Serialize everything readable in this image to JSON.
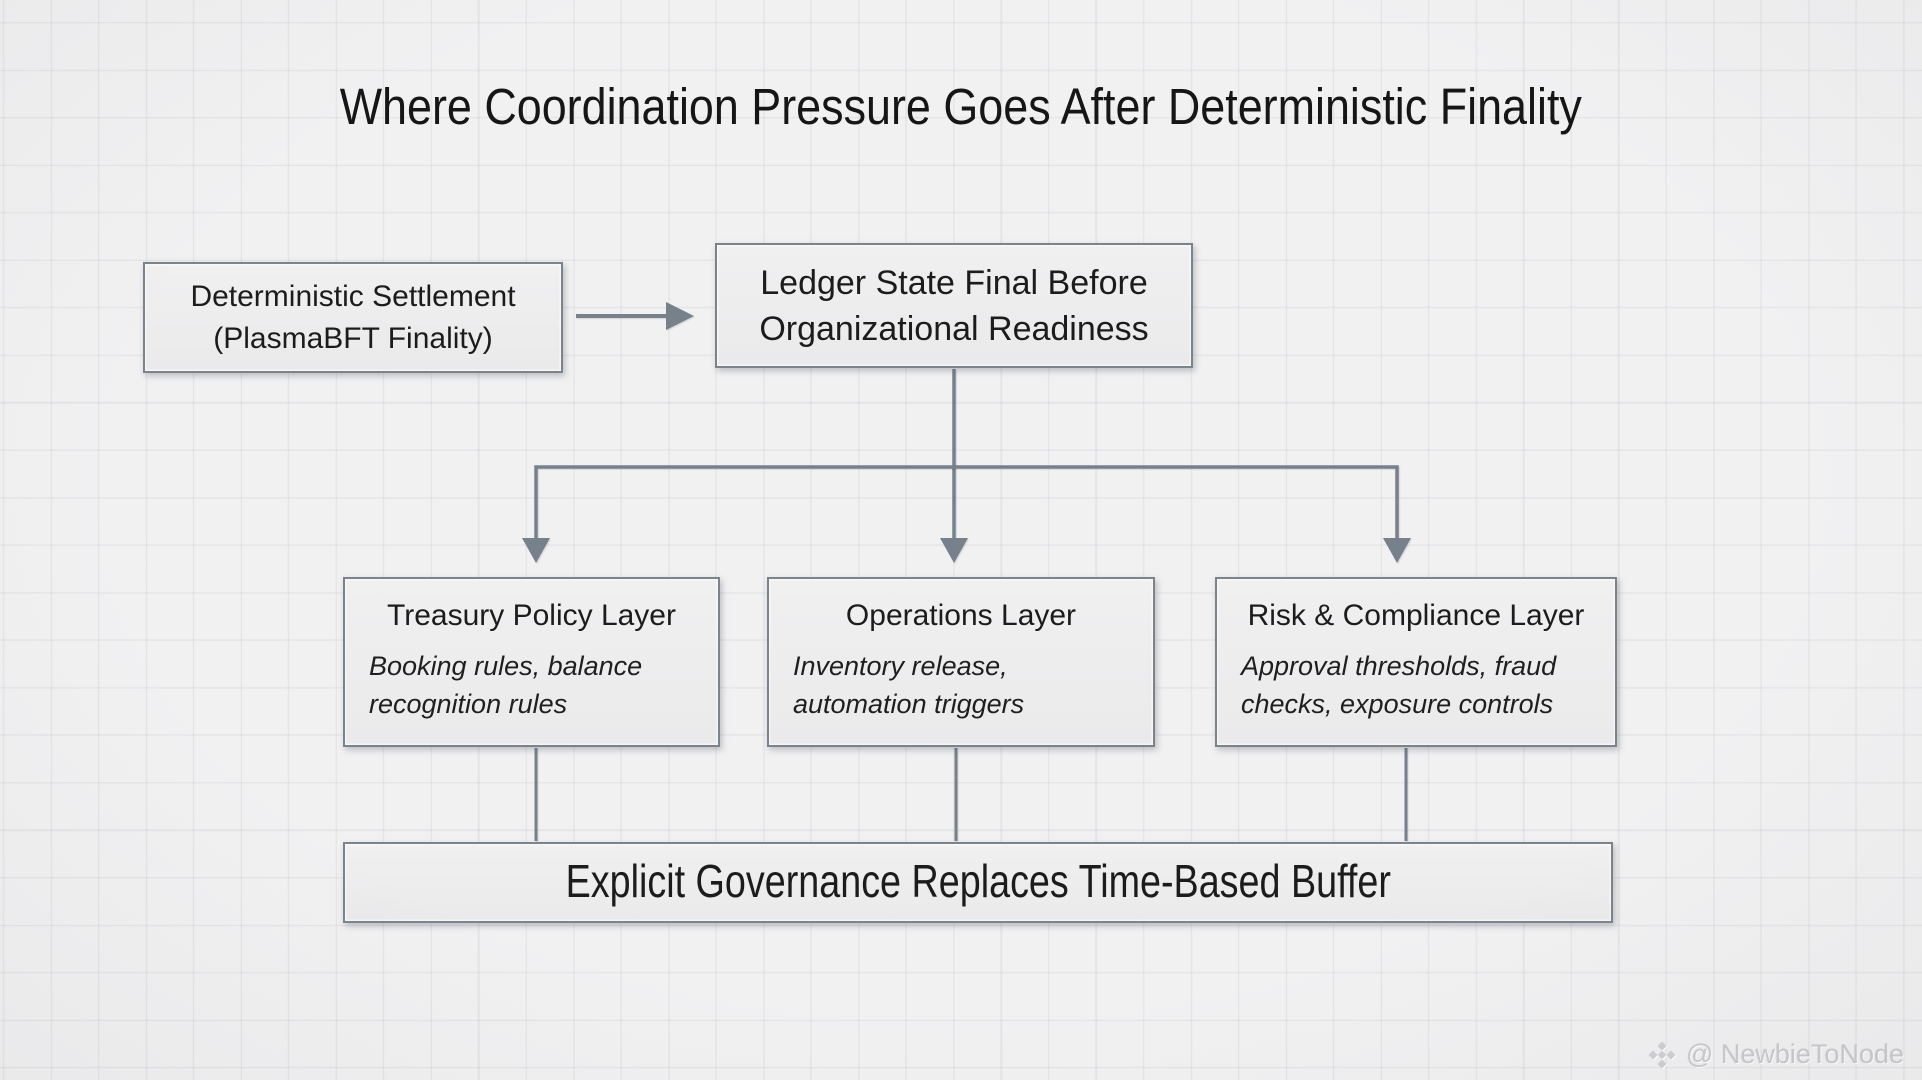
{
  "title": "Where Coordination Pressure Goes After Deterministic Finality",
  "nodes": {
    "settlement": {
      "line1": "Deterministic Settlement",
      "line2": "(PlasmaBFT Finality)"
    },
    "ledger": {
      "line1": "Ledger State Final Before",
      "line2": "Organizational Readiness"
    },
    "treasury": {
      "title": "Treasury Policy Layer",
      "subtitle": "Booking rules, balance recognition rules"
    },
    "operations": {
      "title": "Operations Layer",
      "subtitle": "Inventory release, automation triggers"
    },
    "risk": {
      "title": "Risk & Compliance Layer",
      "subtitle": "Approval thresholds, fraud checks, exposure controls"
    },
    "governance": {
      "label": "Explicit Governance Replaces Time-Based Buffer"
    }
  },
  "watermark": {
    "icon": "binance-diamond-icon",
    "text": "@ NewbieToNode"
  },
  "colors": {
    "background": "#f1f1f2",
    "grid_line": "#e4e4e8",
    "box_fill": "#ededee",
    "box_border": "#7b848c",
    "connector": "#76818b",
    "text": "#1c1c1c",
    "watermark_text": "#cbcbcf"
  }
}
